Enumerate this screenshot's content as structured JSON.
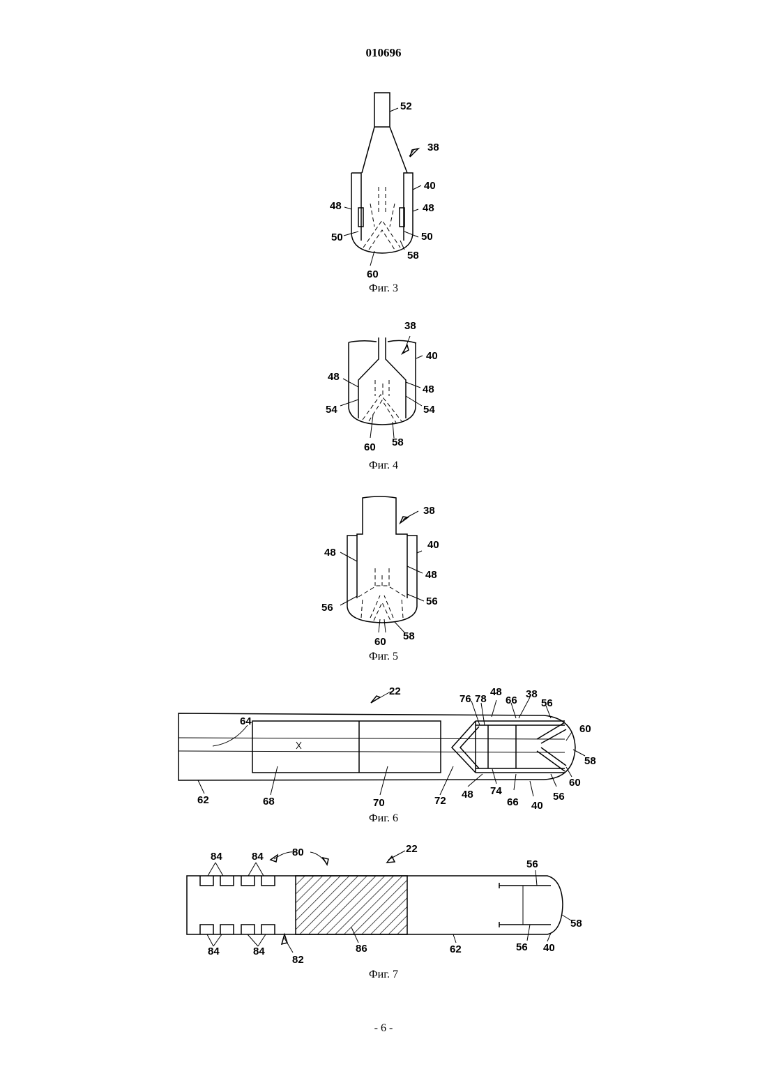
{
  "header": {
    "doc_number": "010696"
  },
  "figures": [
    {
      "caption": "Фиг. 3",
      "labels": [
        "52",
        "38",
        "40",
        "48",
        "48",
        "50",
        "50",
        "58",
        "60"
      ]
    },
    {
      "caption": "Фиг. 4",
      "labels": [
        "38",
        "40",
        "48",
        "48",
        "54",
        "54",
        "60",
        "58"
      ]
    },
    {
      "caption": "Фиг. 5",
      "labels": [
        "38",
        "40",
        "48",
        "48",
        "56",
        "56",
        "60",
        "58"
      ]
    },
    {
      "caption": "Фиг. 6",
      "labels": [
        "22",
        "64",
        "76",
        "78",
        "48",
        "66",
        "38",
        "56",
        "60",
        "58",
        "60",
        "62",
        "68",
        "70",
        "72",
        "48",
        "74",
        "66",
        "56",
        "40"
      ]
    },
    {
      "caption": "Фиг. 7",
      "labels": [
        "84",
        "84",
        "80",
        "22",
        "56",
        "58",
        "84",
        "84",
        "82",
        "86",
        "62",
        "56",
        "40"
      ]
    }
  ],
  "footer": {
    "page_number": "- 6 -"
  }
}
